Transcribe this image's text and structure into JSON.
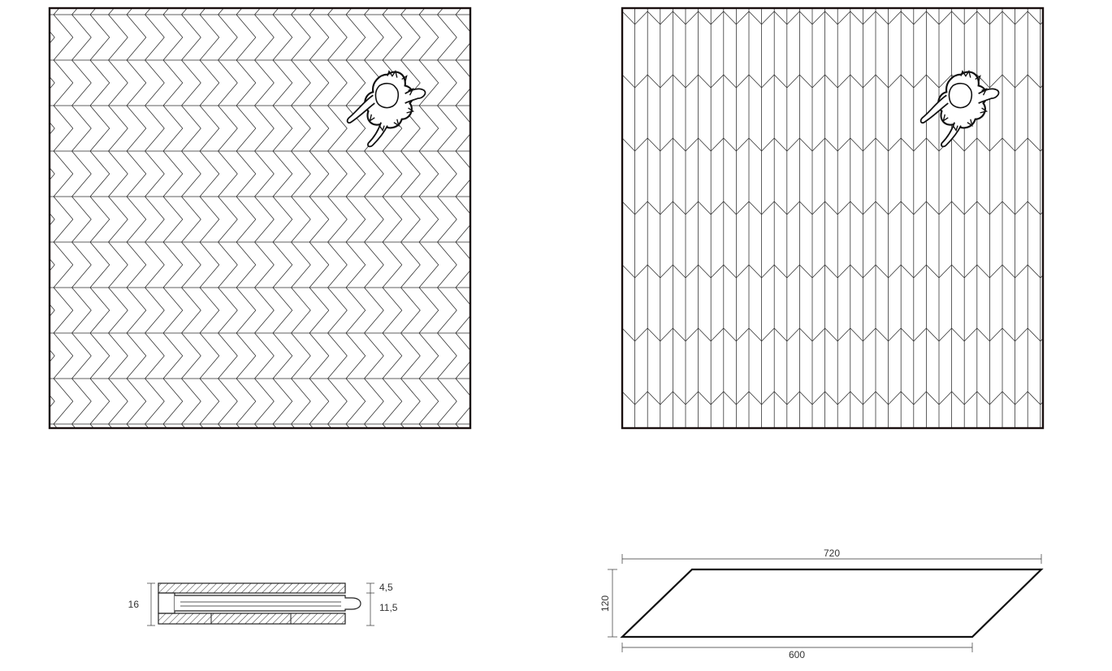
{
  "colors": {
    "line": "#2a2a2a",
    "frame": "#1a1010",
    "background": "#ffffff"
  },
  "plans": [
    {
      "name": "chevron-plan-horizontal",
      "pattern": "chevron",
      "orientation": "horizontal"
    },
    {
      "name": "chevron-plan-vertical",
      "pattern": "chevron",
      "orientation": "vertical"
    }
  ],
  "figure_icon": "dancer-top-view-icon",
  "section": {
    "total_thickness": "16",
    "top_layer": "4,5",
    "core_layer": "11,5"
  },
  "plank": {
    "long_edge": "720",
    "height": "120",
    "short_edge": "600"
  }
}
